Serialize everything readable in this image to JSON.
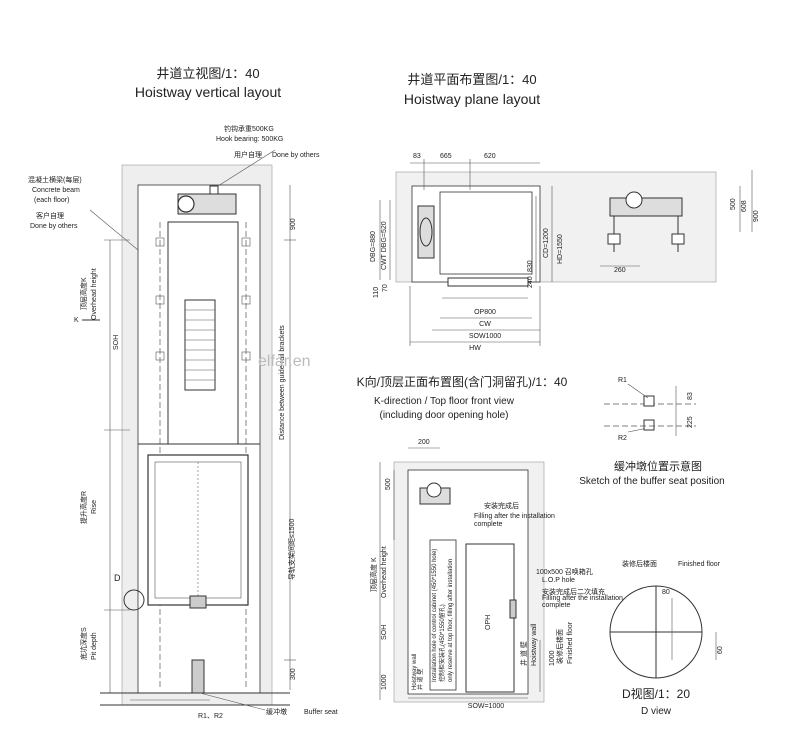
{
  "vertical": {
    "title_cn": "井道立视图/1：40",
    "title_en": "Hoistway vertical layout",
    "hook_cn": "钓钩承重500KG",
    "hook_en": "Hook bearing: 500KG",
    "user_cn": "用户自理",
    "user_en": "Done by others",
    "beam_cn": "混凝土横梁(每层)",
    "beam_en1": "Concrete beam",
    "beam_en2": "(each floor)",
    "client_cn": "客户自理",
    "client_en": "Done by others",
    "overhead_cn": "顶层高度K",
    "overhead_en": "Overhead height",
    "k_label": "K",
    "soh": "SOH",
    "rise_cn": "提升高度R",
    "rise_en": "Rise",
    "pit_cn": "底坑深度S",
    "pit_en": "Pit depth",
    "d_label": "D",
    "dim_900": "900",
    "dim_300": "300",
    "brackets_en": "Distance between guide-rail brackets",
    "brackets_cn": "导轨支架间距≤1500",
    "r1r2": "R1、R2",
    "buffer_cn": "缓冲墩",
    "buffer_en": "Buffer seat"
  },
  "plane": {
    "title_cn": "井道平面布置图/1：40",
    "title_en": "Hoistway plane layout",
    "d83": "83",
    "d665": "665",
    "d620": "620",
    "dbg": "DBG=880",
    "cwt": "CWT DBG=520",
    "cd": "CD=1200",
    "hd": "HD=1550",
    "d830": "830",
    "d240": "240",
    "d110": "110",
    "d70": "70",
    "op": "OP800",
    "cw": "CW",
    "sow": "SOW1000",
    "hw": "HW",
    "d500": "500",
    "d608": "608",
    "d900": "900",
    "d260": "260"
  },
  "kview": {
    "title_cn": "K向/顶层正面布置图(含门洞留孔)/1：40",
    "title_en1": "K-direction / Top floor front view",
    "title_en2": "(including door opening hole)",
    "d200": "200",
    "d500": "500",
    "fill_cn": "安装完成后",
    "fill_en": "Filling after the installation",
    "fill_en2": "complete",
    "overhead_cn": "顶层高度 K",
    "overhead_en": "Overhead height",
    "soh": "SOH",
    "d1000": "1000",
    "oph": "OPH",
    "lop_cn": "100x500 召唤箱孔",
    "lop_en": "L.O.P hole",
    "fill2_cn": "安装完成后二次填充",
    "fill2_en": "Filling after the installation",
    "fill2_en2": "complete",
    "wall_cn": "井 道 壁",
    "wall_en": "Hoistway wall",
    "floor_cn": "装修后楼面",
    "floor_en": "Finished floor",
    "cab_hole_en": "Installation hole of control cabinet (450*1550 hole)",
    "cab_hole_cn": "控制柜安装孔(450*1550留孔)",
    "cab_hole_note": "only reserve at top floor, filling after installation",
    "sow": "SOW=1000"
  },
  "buffer": {
    "r1": "R1",
    "r2": "R2",
    "d83": "83",
    "d225": "225",
    "title_cn": "缓冲墩位置示意图",
    "title_en": "Sketch of the buffer seat position"
  },
  "dview": {
    "finished_cn": "装修后楼面",
    "finished_en": "Finished floor",
    "d80": "80",
    "d60": "60",
    "title_cn": "D视图/1：20",
    "title_en": "D view"
  },
  "watermark": "elfar.en"
}
